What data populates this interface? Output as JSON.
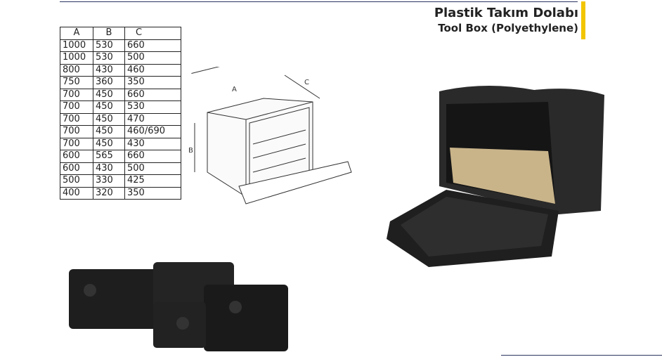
{
  "header": {
    "title_tr": "Plastik Takım Dolabı",
    "title_en": "Tool Box (Polyethylene)",
    "accent": "#f2c500"
  },
  "table": {
    "columns": [
      "A",
      "B",
      "C"
    ],
    "rows": [
      [
        "1000",
        "530",
        "660"
      ],
      [
        "1000",
        "530",
        "500"
      ],
      [
        "800",
        "430",
        "460"
      ],
      [
        "750",
        "360",
        "350"
      ],
      [
        "700",
        "450",
        "660"
      ],
      [
        "700",
        "450",
        "530"
      ],
      [
        "700",
        "450",
        "470"
      ],
      [
        "700",
        "450",
        "460/690"
      ],
      [
        "700",
        "450",
        "430"
      ],
      [
        "600",
        "565",
        "660"
      ],
      [
        "600",
        "430",
        "500"
      ],
      [
        "500",
        "330",
        "425"
      ],
      [
        "400",
        "320",
        "350"
      ]
    ]
  },
  "diagram": {
    "label_a": "A",
    "label_b": "B",
    "label_c": "C"
  }
}
